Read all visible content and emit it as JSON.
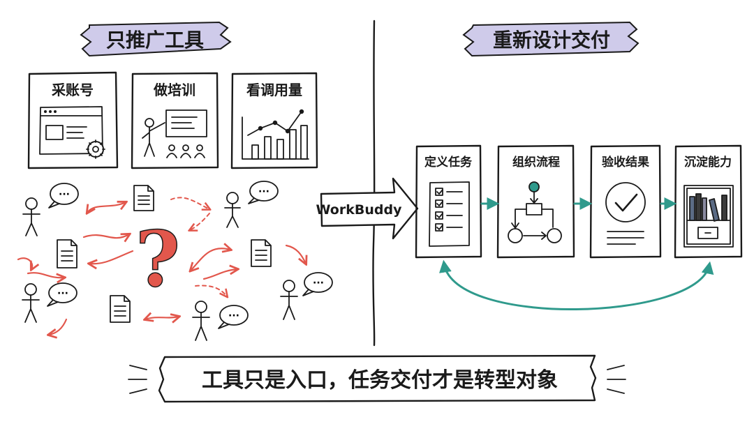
{
  "left_section": {
    "title": "只推广工具",
    "cards": [
      {
        "label": "采账号",
        "icon": "browser-settings-icon"
      },
      {
        "label": "做培训",
        "icon": "training-presentation-icon"
      },
      {
        "label": "看调用量",
        "icon": "usage-chart-icon"
      }
    ],
    "chaos_symbol": "?",
    "speech_text": "···"
  },
  "arrow_label": "WorkBuddy",
  "right_section": {
    "title": "重新设计交付",
    "steps": [
      {
        "label": "定义任务",
        "icon": "checklist-icon"
      },
      {
        "label": "组织流程",
        "icon": "flowchart-icon"
      },
      {
        "label": "验收结果",
        "icon": "check-circle-document-icon"
      },
      {
        "label": "沉淀能力",
        "icon": "bookshelf-icon"
      }
    ]
  },
  "footer_banner": "工具只是入口，任务交付才是转型对象",
  "colors": {
    "title_highlight": "#cfcbea",
    "accent_red": "#e2574c",
    "accent_teal": "#2f9a8c",
    "ink": "#1a1a1a"
  }
}
